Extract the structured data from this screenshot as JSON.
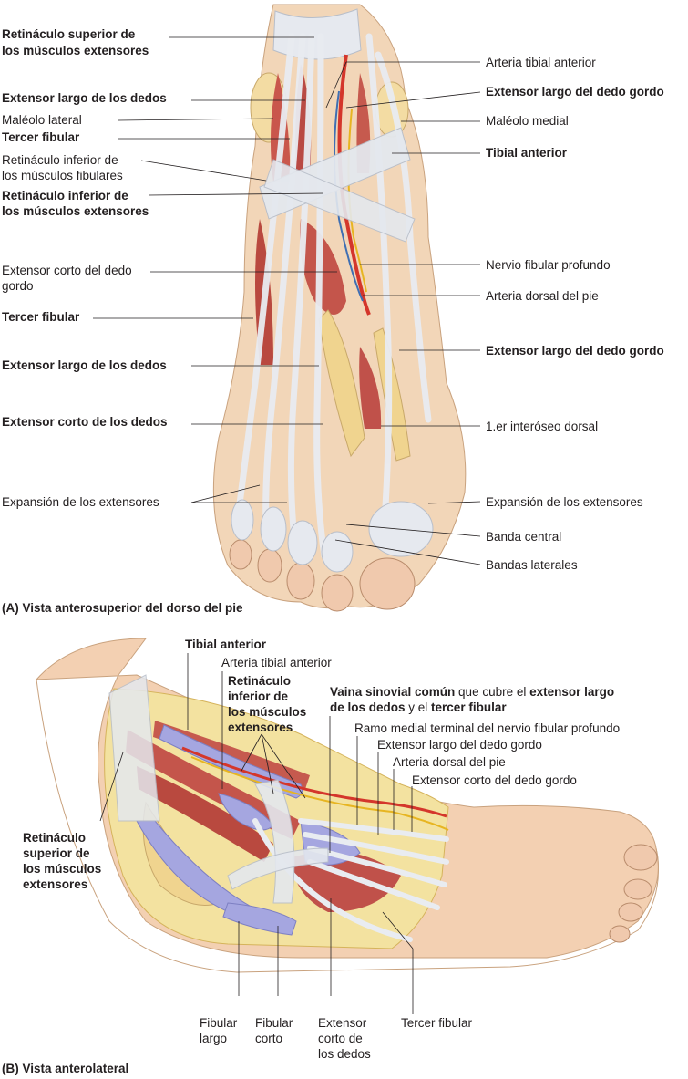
{
  "figure_a": {
    "caption": "(A) Vista anterosuperior del dorso del pie",
    "left_labels": {
      "ret_sup_1": "Retináculo superior de",
      "ret_sup_2": "los músculos extensores",
      "ext_largo_dedos_1": "Extensor largo de los dedos",
      "maleolo_lateral": "Maléolo lateral",
      "tercer_fibular_1": "Tercer fibular",
      "ret_inf_fib_1": "Retináculo inferior de",
      "ret_inf_fib_2": "los músculos fibulares",
      "ret_inf_ext_1": "Retináculo inferior de",
      "ret_inf_ext_2": "los músculos extensores",
      "ext_corto_gordo_1": "Extensor corto del dedo",
      "ext_corto_gordo_2": "gordo",
      "tercer_fibular_2": "Tercer fibular",
      "ext_largo_dedos_2": "Extensor largo de los dedos",
      "ext_corto_dedos": "Extensor corto de los dedos",
      "expansion_left": "Expansión de los extensores"
    },
    "right_labels": {
      "arteria_tibial": "Arteria tibial anterior",
      "ext_largo_gordo_1": "Extensor largo del dedo gordo",
      "maleolo_medial": "Maléolo medial",
      "tibial_anterior": "Tibial anterior",
      "nervio_fibular": "Nervio fibular profundo",
      "arteria_dorsal": "Arteria dorsal del pie",
      "ext_largo_gordo_2": "Extensor largo del dedo gordo",
      "interoseo": "1.er interóseo dorsal",
      "expansion_right": "Expansión de los extensores",
      "banda_central": "Banda central",
      "bandas_laterales": "Bandas laterales"
    }
  },
  "figure_b": {
    "caption": "(B) Vista anterolateral",
    "labels": {
      "tibial_anterior": "Tibial anterior",
      "arteria_tibial": "Arteria tibial anterior",
      "ret_inf_1": "Retináculo",
      "ret_inf_2": "inferior de",
      "ret_inf_3": "los músculos",
      "ret_inf_4": "extensores",
      "vaina_1a": "Vaina sinovial común",
      "vaina_1b": " que cubre el ",
      "vaina_1c": "extensor largo",
      "vaina_2a": "de los dedos",
      "vaina_2b": " y el ",
      "vaina_2c": "tercer fibular",
      "ramo_medial": "Ramo medial terminal del nervio fibular profundo",
      "ext_largo_gordo": "Extensor largo del dedo gordo",
      "arteria_dorsal": "Arteria dorsal del pie",
      "ext_corto_gordo": "Extensor corto del dedo gordo",
      "ret_sup_1": "Retináculo",
      "ret_sup_2": "superior de",
      "ret_sup_3": "los músculos",
      "ret_sup_4": "extensores",
      "fibular_largo_1": "Fibular",
      "fibular_largo_2": "largo",
      "fibular_corto_1": "Fibular",
      "fibular_corto_2": "corto",
      "ext_corto_dedos_1": "Extensor",
      "ext_corto_dedos_2": "corto de",
      "ext_corto_dedos_3": "los dedos",
      "tercer_fibular": "Tercer fibular"
    }
  }
}
